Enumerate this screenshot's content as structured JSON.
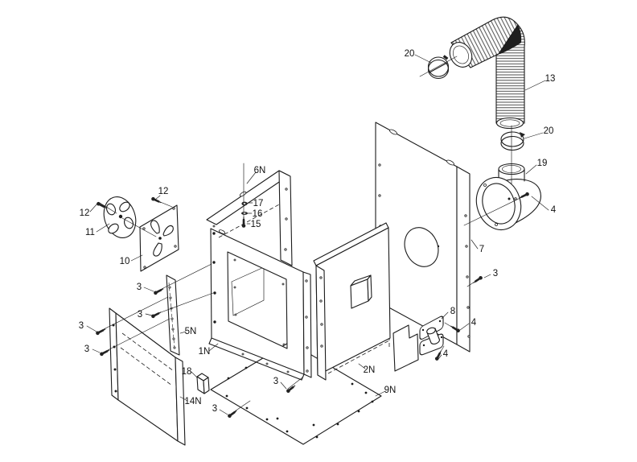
{
  "diagram": {
    "kind": "exploded-parts-diagram",
    "background": "#ffffff",
    "line_color": "#1b1b1b",
    "callouts": [
      {
        "id": "hose-clamp-upper",
        "text": "20"
      },
      {
        "id": "flex-hose",
        "text": "13"
      },
      {
        "id": "hose-clamp-lower",
        "text": "20"
      },
      {
        "id": "blower-housing",
        "text": "19"
      },
      {
        "id": "screw-flange",
        "text": "4"
      },
      {
        "id": "rear-panel",
        "text": "7"
      },
      {
        "id": "screw-rear-panel",
        "text": "3"
      },
      {
        "id": "latch",
        "text": "8"
      },
      {
        "id": "screw-latch-upper",
        "text": "4"
      },
      {
        "id": "screw-latch-lower",
        "text": "4"
      },
      {
        "id": "screw-fan-right",
        "text": "12"
      },
      {
        "id": "screw-fan-left",
        "text": "12"
      },
      {
        "id": "fan-wheel",
        "text": "11"
      },
      {
        "id": "fan-plate",
        "text": "10"
      },
      {
        "id": "top-rail",
        "text": "6N"
      },
      {
        "id": "nut",
        "text": "17"
      },
      {
        "id": "washer",
        "text": "16"
      },
      {
        "id": "screw-stack",
        "text": "15"
      },
      {
        "id": "screw-a",
        "text": "3"
      },
      {
        "id": "screw-b",
        "text": "3"
      },
      {
        "id": "side-strip",
        "text": "5N"
      },
      {
        "id": "screw-c",
        "text": "3"
      },
      {
        "id": "screw-d",
        "text": "3"
      },
      {
        "id": "main-frame",
        "text": "1N"
      },
      {
        "id": "clip-block",
        "text": "18"
      },
      {
        "id": "left-panel",
        "text": "14N"
      },
      {
        "id": "screw-e",
        "text": "3"
      },
      {
        "id": "inner-panel",
        "text": "2N"
      },
      {
        "id": "bottom-plate",
        "text": "9N"
      },
      {
        "id": "screw-f",
        "text": "3"
      }
    ]
  }
}
